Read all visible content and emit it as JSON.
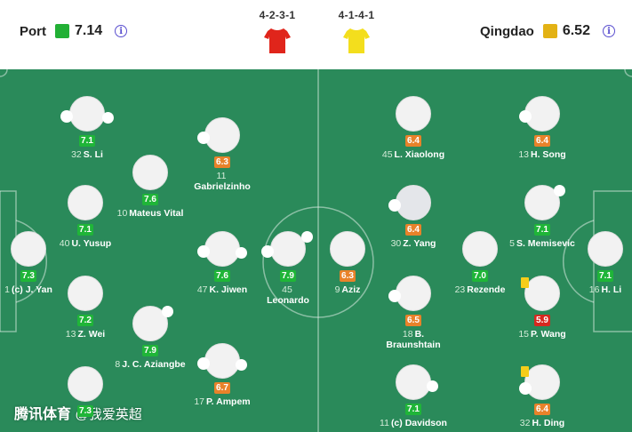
{
  "home": {
    "name": "Port",
    "score": "7.14",
    "color": "#22b035",
    "formation": "4-2-3-1",
    "shirt_color": "#e0251b"
  },
  "away": {
    "name": "Qingdao",
    "score": "6.52",
    "color": "#e3b214",
    "formation": "4-1-4-1",
    "shirt_color": "#f3de1d"
  },
  "watermark": {
    "brand": "腾讯体育",
    "sub": "@我爱英超"
  },
  "players": [
    {
      "num": "32",
      "name": "S. Li",
      "rating": "7.1",
      "level": "green",
      "sub": true,
      "gk": false
    },
    {
      "num": "11",
      "name": "Gabrielzinho",
      "rating": "6.3",
      "level": "orange",
      "sub": true
    },
    {
      "num": "10",
      "name": "Mateus Vital",
      "rating": "7.6",
      "level": "green"
    },
    {
      "num": "40",
      "name": "U. Yusup",
      "rating": "7.1",
      "level": "green"
    },
    {
      "num": "1",
      "name": "(c) J. Yan",
      "rating": "7.3",
      "level": "green"
    },
    {
      "num": "47",
      "name": "K. Jiwen",
      "rating": "7.6",
      "level": "green",
      "sub": true
    },
    {
      "num": "45",
      "name": "Leonardo",
      "rating": "7.9",
      "level": "green",
      "sub": true,
      "ball": true
    },
    {
      "num": "13",
      "name": "Z. Wei",
      "rating": "7.2",
      "level": "green"
    },
    {
      "num": "8",
      "name": "J. C. Aziangbe",
      "rating": "7.9",
      "level": "green",
      "ball": true
    },
    {
      "num": "17",
      "name": "P. Ampem",
      "rating": "6.7",
      "level": "orange",
      "sub": true
    },
    {
      "num": "",
      "name": "",
      "rating": "7.3",
      "level": "green"
    },
    {
      "num": "45",
      "name": "L. Xiaolong",
      "rating": "6.4",
      "level": "orange"
    },
    {
      "num": "13",
      "name": "H. Song",
      "rating": "6.4",
      "level": "orange",
      "sub": true
    },
    {
      "num": "30",
      "name": "Z. Yang",
      "rating": "6.4",
      "level": "orange",
      "sub": true
    },
    {
      "num": "5",
      "name": "S. Memisevic",
      "rating": "7.1",
      "level": "green",
      "ball": true
    },
    {
      "num": "9",
      "name": "Aziz",
      "rating": "6.3",
      "level": "orange"
    },
    {
      "num": "23",
      "name": "Rezende",
      "rating": "7.0",
      "level": "green"
    },
    {
      "num": "16",
      "name": "H. Li",
      "rating": "7.1",
      "level": "green"
    },
    {
      "num": "18",
      "name": "B. Braunshtain",
      "rating": "6.5",
      "level": "orange",
      "sub": true
    },
    {
      "num": "15",
      "name": "P. Wang",
      "rating": "5.9",
      "level": "red",
      "yellow": true
    },
    {
      "num": "11",
      "name": "(c) Davidson",
      "rating": "7.1",
      "level": "green"
    },
    {
      "num": "32",
      "name": "H. Ding",
      "rating": "6.4",
      "level": "orange",
      "sub": true,
      "yellow": true
    }
  ]
}
